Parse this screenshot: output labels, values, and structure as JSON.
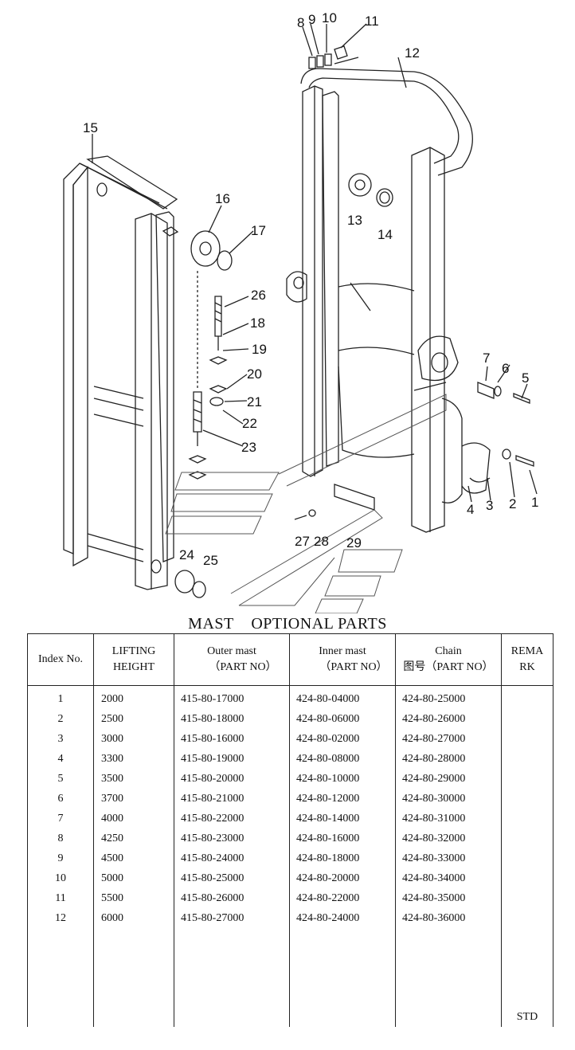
{
  "callouts": [
    "1",
    "2",
    "3",
    "4",
    "5",
    "6",
    "7",
    "8",
    "9",
    "10",
    "11",
    "12",
    "13",
    "14",
    "15",
    "16",
    "17",
    "18",
    "19",
    "20",
    "21",
    "22",
    "23",
    "24",
    "25",
    "26",
    "27",
    "28",
    "29"
  ],
  "table_title": "MAST    OPTIONAL PARTS",
  "headers": {
    "index": "Index No.",
    "lifting_1": "LIFTING",
    "lifting_2": "HEIGHT",
    "outer_1": "Outer mast",
    "outer_2": "（PART NO）",
    "inner_1": "Inner mast",
    "inner_2": "（PART NO）",
    "chain_1": "Chain",
    "chain_2": "图号（PART NO）",
    "remark_1": "REMA",
    "remark_2": "RK"
  },
  "rows": [
    {
      "index": "1",
      "height": "2000",
      "outer": "415-80-17000",
      "inner": "424-80-04000",
      "chain": "424-80-25000",
      "remark": ""
    },
    {
      "index": "2",
      "height": "2500",
      "outer": "415-80-18000",
      "inner": "424-80-06000",
      "chain": "424-80-26000",
      "remark": ""
    },
    {
      "index": "3",
      "height": "3000",
      "outer": "415-80-16000",
      "inner": "424-80-02000",
      "chain": "424-80-27000",
      "remark": ""
    },
    {
      "index": "4",
      "height": "3300",
      "outer": "415-80-19000",
      "inner": "424-80-08000",
      "chain": "424-80-28000",
      "remark": ""
    },
    {
      "index": "5",
      "height": "3500",
      "outer": "415-80-20000",
      "inner": "424-80-10000",
      "chain": "424-80-29000",
      "remark": ""
    },
    {
      "index": "6",
      "height": "3700",
      "outer": "415-80-21000",
      "inner": "424-80-12000",
      "chain": "424-80-30000",
      "remark": ""
    },
    {
      "index": "7",
      "height": "4000",
      "outer": "415-80-22000",
      "inner": "424-80-14000",
      "chain": "424-80-31000",
      "remark": ""
    },
    {
      "index": "8",
      "height": "4250",
      "outer": "415-80-23000",
      "inner": "424-80-16000",
      "chain": "424-80-32000",
      "remark": ""
    },
    {
      "index": "9",
      "height": "4500",
      "outer": "415-80-24000",
      "inner": "424-80-18000",
      "chain": "424-80-33000",
      "remark": ""
    },
    {
      "index": "10",
      "height": "5000",
      "outer": "415-80-25000",
      "inner": "424-80-20000",
      "chain": "424-80-34000",
      "remark": ""
    },
    {
      "index": "11",
      "height": "5500",
      "outer": "415-80-26000",
      "inner": "424-80-22000",
      "chain": "424-80-35000",
      "remark": ""
    },
    {
      "index": "12",
      "height": "6000",
      "outer": "415-80-27000",
      "inner": "424-80-24000",
      "chain": "424-80-36000",
      "remark": ""
    }
  ],
  "std_label": "STD"
}
